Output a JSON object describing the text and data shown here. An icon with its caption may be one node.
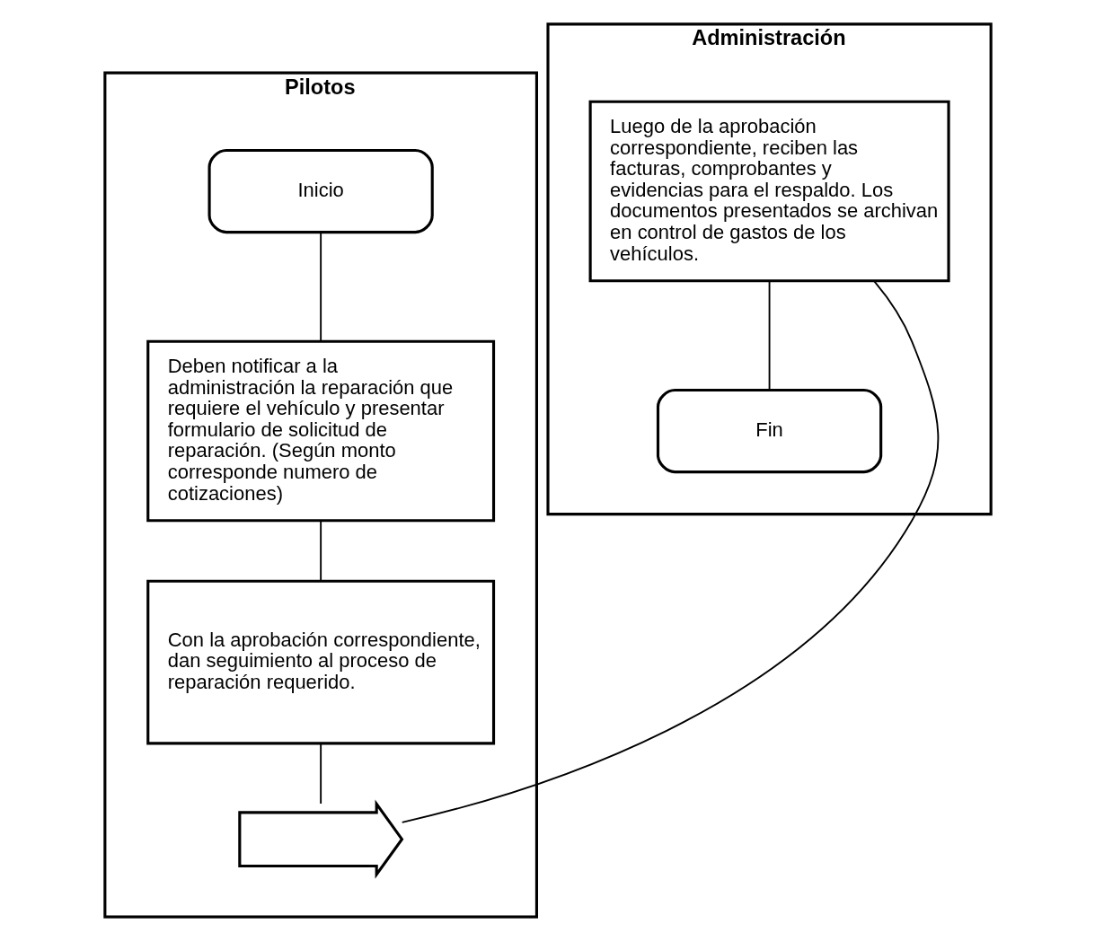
{
  "diagram": {
    "nodes": [
      {
        "text": [
          "Pilotos"
        ]
      },
      {
        "text": [
          "Administración"
        ]
      },
      {
        "text": [
          "Inicio"
        ],
        "in": 0
      },
      {
        "text": [
          "Deben notificar a la administración la reparación que requiere el vehículo y presentar formulario de solicitud de reparación. (Según monto corresponde numero de cotizaciones)"
        ],
        "in": 0
      },
      {
        "text": [
          "Con la aprobación correspondiente, dan seguimiento al proceso de reparación requerido."
        ],
        "in": 0
      },
      {
        "text": [],
        "shape": "arrow",
        "in": 0
      },
      {
        "text": [
          "Luego de la aprobación correspondiente, reciben las facturas, comprobantes y evidencias para el respaldo. Los documentos presentados se archivan en control de gastos de los vehículos."
        ],
        "in": 1
      },
      {
        "text": [
          "Fin"
        ],
        "in": 1
      }
    ],
    "edges": [
      {
        "from": 2,
        "to": 3,
        "arrow": "none"
      },
      {
        "from": 3,
        "to": 4,
        "arrow": "none"
      },
      {
        "from": 4,
        "to": 5,
        "arrow": "none"
      },
      {
        "from": 5,
        "to": 6,
        "arrow": "none"
      },
      {
        "from": 6,
        "to": 7,
        "arrow": "none"
      }
    ]
  }
}
